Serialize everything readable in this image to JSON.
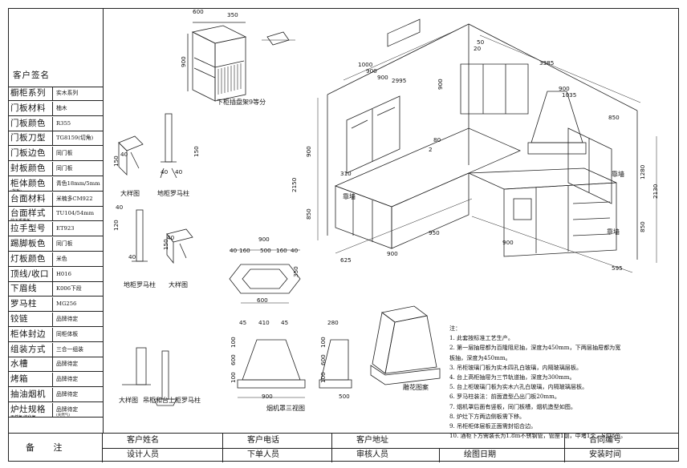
{
  "spec_table": {
    "sign_label": "客户签名",
    "rows": [
      {
        "key": "橱柜系列",
        "key_note": "",
        "value": "实木系列",
        "value_note": ""
      },
      {
        "key": "门板材料",
        "key_note": "",
        "value": "柚木",
        "value_note": ""
      },
      {
        "key": "门板颜色",
        "key_note": "",
        "value": "R355",
        "value_note": ""
      },
      {
        "key": "门板刀型",
        "key_note": "",
        "value": "TG8159(切角)",
        "value_note": ""
      },
      {
        "key": "门板边色",
        "key_note": "",
        "value": "同门板",
        "value_note": ""
      },
      {
        "key": "封板颜色",
        "key_note": "",
        "value": "同门板",
        "value_note": ""
      },
      {
        "key": "柜体颜色",
        "key_note": "(背板)",
        "value": "青色18mm/5mm",
        "value_note": ""
      },
      {
        "key": "台面材料",
        "key_note": "",
        "value": "米楠多CM922",
        "value_note": ""
      },
      {
        "key": "台面样式",
        "key_note": "前下垂檐板",
        "value": "TU104/54mm",
        "value_note": ""
      },
      {
        "key": "拉手型号",
        "key_note": "",
        "value": "ET923",
        "value_note": ""
      },
      {
        "key": "踢脚板色",
        "key_note": "",
        "value": "同门板",
        "value_note": ""
      },
      {
        "key": "灯板颜色",
        "key_note": "",
        "value": "米色",
        "value_note": ""
      },
      {
        "key": "顶线/收口",
        "key_note": "",
        "value": "H016",
        "value_note": ""
      },
      {
        "key": "下眉线",
        "key_note": "",
        "value": "K006下段",
        "value_note": ""
      },
      {
        "key": "罗马柱",
        "key_note": "",
        "value": "MG256",
        "value_note": ""
      },
      {
        "key": "铰链",
        "key_note": "",
        "value": "品牌待定",
        "value_note": ""
      },
      {
        "key": "柜体封边",
        "key_note": "",
        "value": "同柜体板",
        "value_note": ""
      },
      {
        "key": "组装方式",
        "key_note": "",
        "value": "三合一组装",
        "value_note": ""
      },
      {
        "key": "水槽",
        "key_note": "",
        "value": "品牌待定",
        "value_note": ""
      },
      {
        "key": "烤箱",
        "key_note": "",
        "value": "品牌待定",
        "value_note": ""
      },
      {
        "key": "抽油烟机",
        "key_note": "",
        "value": "品牌待定",
        "value_note": ""
      },
      {
        "key": "炉灶规格",
        "key_note": "天然气/液化气",
        "value": "品牌待定",
        "value_note": "(天然气)"
      }
    ]
  },
  "footer": {
    "remarks_label": "备    注",
    "row1": [
      "客户姓名",
      "客户电话",
      "客户地址",
      "合同编号"
    ],
    "row2": [
      "设计人员",
      "下单人员",
      "审核人员",
      "绘图日期",
      "安装时间"
    ]
  },
  "drawing_labels": {
    "plate_rack": "下柜插盘架9等分",
    "detail_1": "大样图",
    "roman_col_1": "地柜罗马柱",
    "roman_col_2": "地柜罗马柱",
    "detail_2": "大样图",
    "detail_3": "大样图",
    "roman_col_3": "吊柜和台上柜罗马柱",
    "hood_three_view": "烟机罩三视图",
    "carving": "雕花图案",
    "wall_1": "靠墙",
    "wall_2": "靠墙",
    "wall_3": "靠墙"
  },
  "dimensions": {
    "iso_top_1": "1000",
    "iso_top_2": "900",
    "iso_top_3": "900",
    "iso_top_4": "2995",
    "iso_top_5": "3385",
    "iso_top_6": "900",
    "iso_top_7": "1035",
    "iso_top_8": "850",
    "iso_top_9": "50",
    "iso_top_10": "20",
    "iso_h_1": "900",
    "iso_h_2": "2150",
    "iso_h_3": "850",
    "iso_h_4": "900",
    "iso_h_5": "1280",
    "iso_h_6": "2130",
    "iso_h_7": "850",
    "iso_side_1": "310",
    "iso_side_2": "80",
    "iso_side_3": "2",
    "iso_bot_1": "625",
    "iso_bot_2": "900",
    "iso_bot_3": "950",
    "iso_bot_4": "900",
    "iso_bot_5": "595",
    "rack_w_1": "600",
    "rack_w_2": "350",
    "rack_h": "900",
    "hood_plan_w": "900",
    "hood_plan_1": "40",
    "hood_plan_2": "160",
    "hood_plan_3": "500",
    "hood_plan_4": "160",
    "hood_plan_5": "40",
    "hood_plan_d": "350",
    "hood_plan_b": "600",
    "hood_front_1": "45",
    "hood_front_2": "410",
    "hood_front_3": "45",
    "hood_front_b": "900",
    "hood_front_h1": "100",
    "hood_front_h2": "600",
    "hood_front_h3": "100",
    "hood_side_1": "280",
    "hood_side_2": "500",
    "hood_side_h1": "100",
    "hood_side_h2": "600",
    "hood_side_h3": "100",
    "rm_1": "40",
    "rm_2": "40",
    "rm_3": "40",
    "rm_4": "150",
    "rm_5": "150",
    "rm_6": "40",
    "rm_7": "120",
    "rm_8": "40",
    "rm_9": "150",
    "rm_10": "40",
    "rm_11": "",
    "rm_12": "",
    "rm_13": "",
    "rm_14": "",
    "rm_15": "",
    "rm_16": "",
    "rm_17": "",
    "rm_18": ""
  },
  "notes": {
    "title": "注：",
    "items": [
      "1. 此套按标准工艺生产。",
      "2. 第一层抽屉都为百隆阻尼抽，深度为450mm，下两层抽屉都为宽",
      "   板抽，深度为450mm。",
      "3. 吊柜玻璃门板为实木四孔白玻璃，内隔玻璃层板。",
      "4. 台上高柜抽屉为三节轨道抽，深度为300mm。",
      "5. 台上柜玻璃门板为实木六孔白玻璃，内隔玻璃层板。",
      "6. 罗马柱装法：前面造型凸出门板20mm。",
      "7. 烟机罩后面有竖板，同门板槽，烟机造型如图。",
      "8. 炉灶下方两边侧板需下移。",
      "9. 吊柜柜体层板正面需封铝合边。",
      "10. 酒柜下方需装长为1.8m不锈钢管，管座1副，中堵1个，S勾8个。"
    ]
  }
}
